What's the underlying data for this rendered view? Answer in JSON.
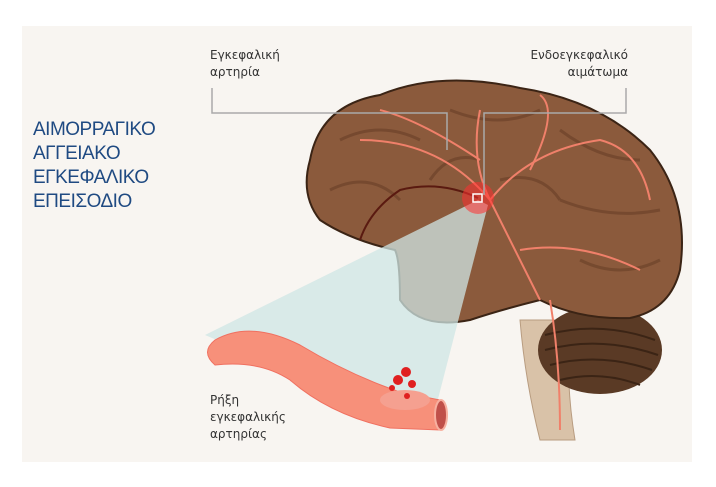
{
  "title": {
    "lines": [
      "ΑΙΜΟΡΡΑΓΙΚΟ",
      "ΑΓΓΕΙΑΚΟ",
      "ΕΓΚΕΦΑΛΙΚΟ",
      "ΕΠΕΙΣΟΔΙΟ"
    ]
  },
  "labels": {
    "artery": [
      "Εγκεφαλική",
      "αρτηρία"
    ],
    "hematoma": [
      "Ενδοεγκεφαλικό",
      "αιμάτωμα"
    ],
    "rupture": [
      "Ρήξη",
      "εγκεφαλικής",
      "αρτηρίας"
    ]
  },
  "colors": {
    "title": "#1f4a82",
    "brain": "#8b5a3c",
    "vessel": "#f0806a",
    "bleed": "#e02020",
    "panel": "#f8f5f1"
  }
}
